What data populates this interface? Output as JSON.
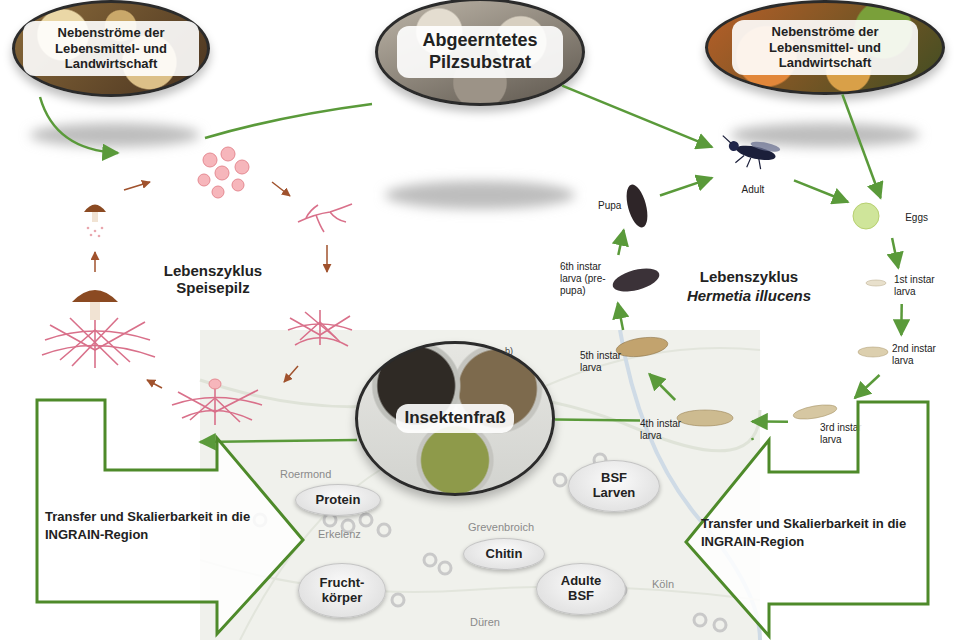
{
  "diagram": {
    "nodes": [
      {
        "text": [
          "Nebenströme der Lebensmittel- und Landwirtschaft"
        ]
      },
      {
        "text": [
          "Abgeerntetes Pilzsubstrat"
        ]
      },
      {
        "text": [
          "Nebenströme der Lebensmittel- und Landwirtschaft"
        ]
      },
      {
        "text": [
          "Adult"
        ]
      },
      {
        "text": [
          "Eggs"
        ]
      },
      {
        "text": [
          "1st instar larva"
        ]
      },
      {
        "text": [
          "2nd instar larva"
        ]
      },
      {
        "text": [
          "3rd instar larva"
        ]
      },
      {
        "text": [
          "4th instar larva"
        ]
      },
      {
        "text": [
          "5th instar larva"
        ]
      },
      {
        "text": [
          "6th instar larva (pre-pupa)"
        ]
      },
      {
        "text": [
          "Pupa"
        ]
      },
      {
        "text": [
          "Insektenfraß"
        ]
      },
      {
        "text": [
          "Protein"
        ]
      },
      {
        "text": [
          "BSF Larven"
        ]
      },
      {
        "text": [
          "Chitin"
        ]
      },
      {
        "text": [
          "Frucht- körper"
        ]
      },
      {
        "text": [
          "Adulte BSF"
        ]
      },
      {
        "text": [
          "Transfer und Skalierbarkeit in die INGRAIN-Region"
        ]
      },
      {
        "text": [
          "Transfer und Skalierbarkeit in die INGRAIN-Region"
        ]
      }
    ],
    "edges": [
      {
        "from": 1,
        "to": 3,
        "arrow": "to"
      },
      {
        "from": 2,
        "to": 4,
        "arrow": "to"
      },
      {
        "from": 3,
        "to": 4,
        "arrow": "to"
      },
      {
        "from": 4,
        "to": 5,
        "arrow": "to"
      },
      {
        "from": 5,
        "to": 6,
        "arrow": "to"
      },
      {
        "from": 6,
        "to": 7,
        "arrow": "to"
      },
      {
        "from": 7,
        "to": 8,
        "arrow": "to"
      },
      {
        "from": 8,
        "to": 9,
        "arrow": "to"
      },
      {
        "from": 9,
        "to": 10,
        "arrow": "to"
      },
      {
        "from": 10,
        "to": 11,
        "arrow": "to"
      },
      {
        "from": 11,
        "to": 3,
        "arrow": "to"
      },
      {
        "from": 8,
        "to": 12,
        "arrow": "none"
      }
    ],
    "labels": [
      "Lebenszyklus Speisepilz",
      "Lebenszyklus",
      "Hermetia illucens",
      "b)",
      "Roermond",
      "Erkelenz",
      "Grevenbroich",
      "Köln",
      "Düren"
    ]
  }
}
